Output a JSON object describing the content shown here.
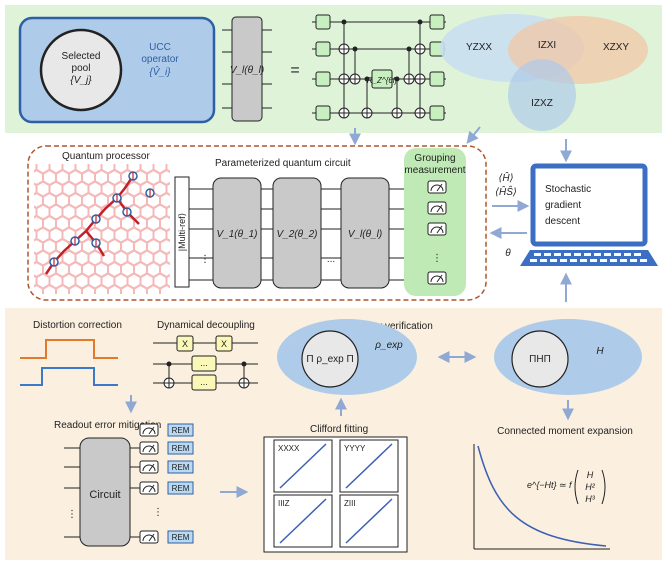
{
  "top": {
    "pool": {
      "line1": "Selected",
      "line2": "pool",
      "line3": "{V_j}"
    },
    "ucc": {
      "line1": "UCC",
      "line2": "operator",
      "line3": "{V̂_i}"
    },
    "gate_label": "V_l(θ_l)",
    "equals": "=",
    "rz_label": "R_Z^{θl}",
    "venn": {
      "a": "YZXX",
      "b": "IZXI",
      "c": "XZXY",
      "d": "IZXZ"
    }
  },
  "middle": {
    "quantum_processor": "Quantum processor",
    "pqc_title": "Parameterized quantum circuit",
    "multi_ref": "|Multi-ref⟩",
    "gates": [
      "V_1(θ_1)",
      "V_2(θ_2)",
      "V_l(θ_l)"
    ],
    "dots": "...",
    "vdots": "⋮",
    "grouping": {
      "line1": "Grouping",
      "line2": "measurement"
    },
    "expect_h": "⟨Ĥ⟩",
    "expect_hs": "⟨ĤŜ⟩",
    "theta": "θ",
    "computer": {
      "line1": "Stochastic",
      "line2": "gradient",
      "line3": "descent"
    }
  },
  "bottom": {
    "distortion": "Distortion correction",
    "dynamical": "Dynamical decoupling",
    "dd_gates": [
      "X",
      "X",
      "...",
      "..."
    ],
    "readout": "Readout error mitigation",
    "circuit": "Circuit",
    "rem": [
      "REM",
      "REM",
      "REM",
      "REM",
      "REM"
    ],
    "clifford": "Clifford fitting",
    "clifford_labels": [
      "XXXX",
      "YYYY",
      "IIIZ",
      "ZIII"
    ],
    "symmetry": "Symmetry verification",
    "pi_rho": "Π ρ_exp Π",
    "rho_exp": "ρ_exp",
    "pi_h": "ΠHΠ",
    "h": "H",
    "connected": "Connected moment expansion",
    "formula": {
      "lhs": "e^{−Ht} ≃ f",
      "h1": "H",
      "h2": "H²",
      "h3": "H³"
    }
  },
  "colors": {
    "top_bg": "#dff3d9",
    "bottom_bg": "#fbf0df",
    "blue_ellipse": "#aecbe9",
    "blue_border": "#2f5fa5",
    "grey_gate": "#c9c9c9",
    "green_gate": "#c8efc0",
    "green_box": "#bfe9b5",
    "venn_a": "#c9dff0",
    "venn_b": "#f2c7a6",
    "venn_c": "#aecbe9",
    "dashed": "#b0552b",
    "arrow": "#8fa8d4",
    "rem": "#b9d9f2",
    "plot_line": "#3d5fb5",
    "red_path": "#c0222c"
  }
}
